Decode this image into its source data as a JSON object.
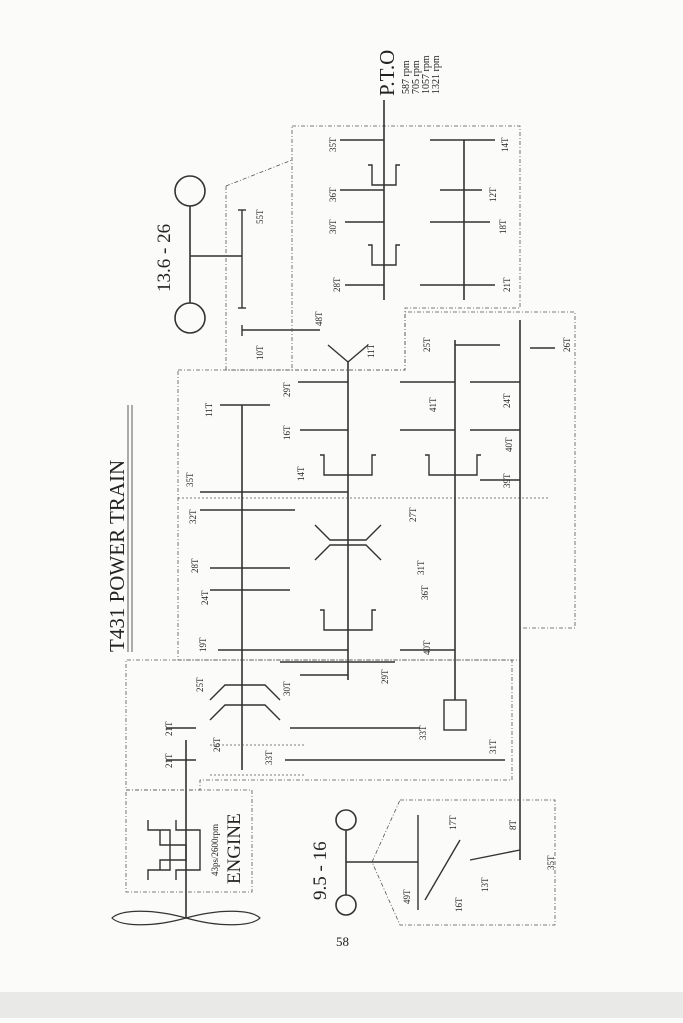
{
  "title": "T431 POWER TRAIN",
  "page_number": "58",
  "engine": {
    "label": "ENGINE",
    "spec": "43ps/2600rpm"
  },
  "pto": {
    "label": "P.T.O",
    "speeds": [
      "587 rpm",
      "705 rpm",
      "1057 rpm",
      "1321 rpm"
    ]
  },
  "tires": {
    "rear": "13.6 - 26",
    "front": "9.5 - 16"
  },
  "gear_labels": {
    "g55": "55T",
    "g10": "10T",
    "g48": "48T",
    "g11a": "11T",
    "p35": "35T",
    "p14": "14T",
    "p36": "36T",
    "p12": "12T",
    "p30": "30T",
    "p18": "18T",
    "p28": "28T",
    "p21": "21T",
    "m25": "25T",
    "m26": "26T",
    "m29": "29T",
    "m11b": "11T",
    "m41": "41T",
    "m16": "16T",
    "m24a": "24T",
    "m40a": "40T",
    "m35": "35T",
    "m14": "14T",
    "m39": "39T",
    "m32": "32T",
    "m27": "27T",
    "m28": "28T",
    "m31a": "31T",
    "m24b": "24T",
    "m36": "36T",
    "m19": "19T",
    "m40b": "40T",
    "l25": "25T",
    "l30": "30T",
    "l29": "29T",
    "l21a": "21T",
    "l26": "26T",
    "l21b": "21T",
    "l33a": "33T",
    "l33b": "33T",
    "l31": "31T",
    "f17": "17T",
    "f8": "8T",
    "f13": "13T",
    "f49": "49T",
    "f16": "16T",
    "f35": "35T"
  }
}
